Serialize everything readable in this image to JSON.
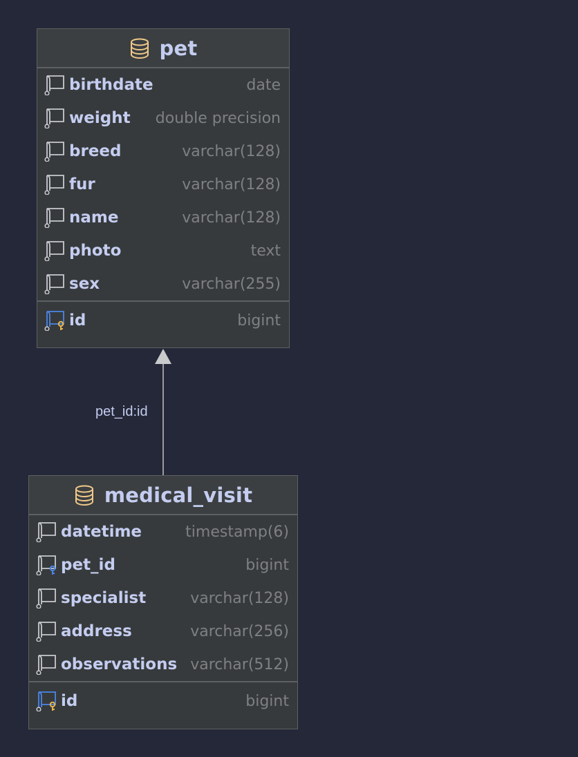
{
  "tables": [
    {
      "id": "pet",
      "name": "pet",
      "columns": [
        {
          "name": "birthdate",
          "type": "date",
          "kind": "column"
        },
        {
          "name": "weight",
          "type": "double precision",
          "kind": "column"
        },
        {
          "name": "breed",
          "type": "varchar(128)",
          "kind": "column"
        },
        {
          "name": "fur",
          "type": "varchar(128)",
          "kind": "column"
        },
        {
          "name": "name",
          "type": "varchar(128)",
          "kind": "column"
        },
        {
          "name": "photo",
          "type": "text",
          "kind": "column"
        },
        {
          "name": "sex",
          "type": "varchar(255)",
          "kind": "column"
        }
      ],
      "primary_key": {
        "name": "id",
        "type": "bigint",
        "kind": "primary-key"
      }
    },
    {
      "id": "medical_visit",
      "name": "medical_visit",
      "columns": [
        {
          "name": "datetime",
          "type": "timestamp(6)",
          "kind": "column"
        },
        {
          "name": "pet_id",
          "type": "bigint",
          "kind": "foreign-key"
        },
        {
          "name": "specialist",
          "type": "varchar(128)",
          "kind": "column"
        },
        {
          "name": "address",
          "type": "varchar(256)",
          "kind": "column"
        },
        {
          "name": "observations",
          "type": "varchar(512)",
          "kind": "column"
        }
      ],
      "primary_key": {
        "name": "id",
        "type": "bigint",
        "kind": "primary-key"
      }
    }
  ],
  "relationship": {
    "from": "medical_visit.pet_id",
    "to": "pet.id",
    "label": "pet_id:id"
  },
  "colors": {
    "background": "#252838",
    "header": "#3c3f41",
    "body": "#373a3c",
    "border": "#5e6063",
    "text": "#c4cdf0",
    "type_text": "#7e8082",
    "db_icon": "#f0c98a",
    "pk_key": "#e8b44a",
    "fk_key": "#4a86e8",
    "connector": "#9a9c9e"
  },
  "icons": {
    "table": "database-icon",
    "column": "column-icon",
    "primary_key": "primary-key-column-icon",
    "foreign_key": "foreign-key-column-icon"
  }
}
